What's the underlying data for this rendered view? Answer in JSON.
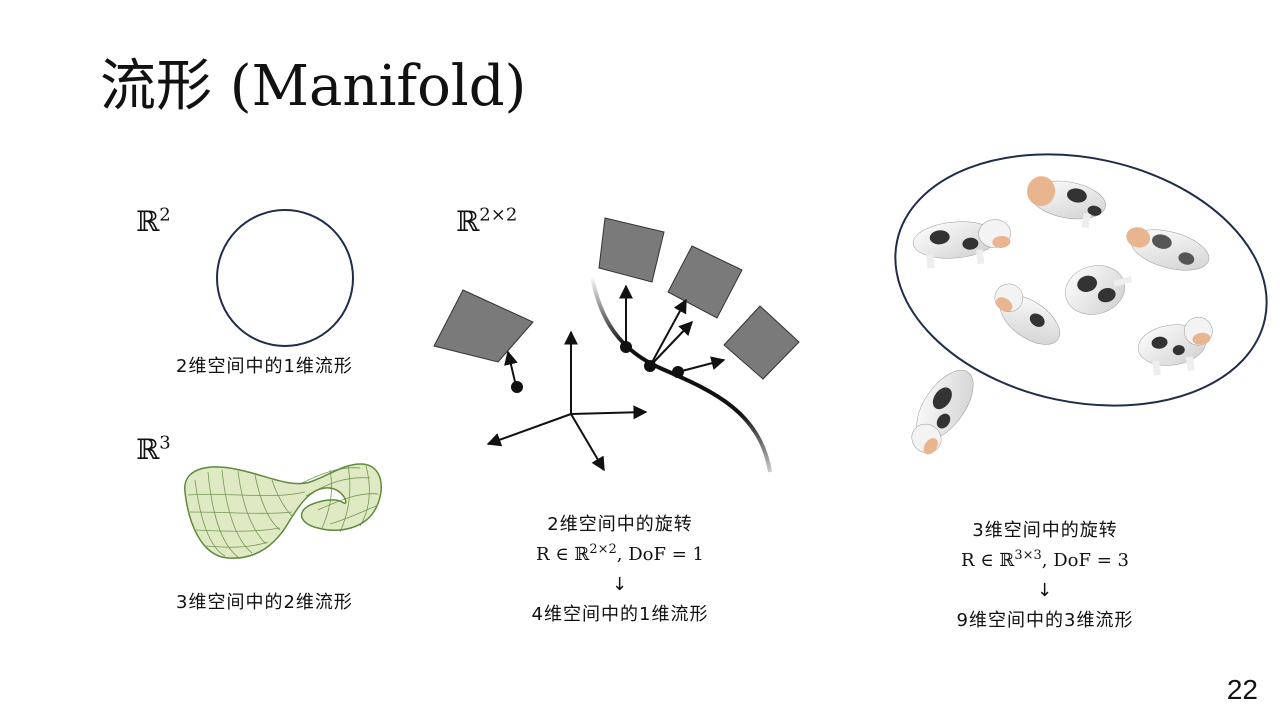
{
  "slide": {
    "title": "流形 (Manifold)",
    "page_number": "22"
  },
  "panels": {
    "circle": {
      "space_label_base": "ℝ",
      "space_label_exp": "2",
      "caption": "2维空间中的1维流形"
    },
    "surface": {
      "space_label_base": "ℝ",
      "space_label_exp": "3",
      "caption": "3维空间中的2维流形"
    },
    "rotation_2d": {
      "space_label_base": "ℝ",
      "space_label_exp": "2×2",
      "caption_line1": "2维空间中的旋转",
      "caption_line2_prefix": "R ∈ ℝ",
      "caption_line2_exp": "2×2",
      "caption_line2_suffix": ", DoF = 1",
      "arrow": "↓",
      "caption_line4": "4维空间中的1维流形"
    },
    "rotation_3d": {
      "caption_line1": "3维空间中的旋转",
      "caption_line2_prefix": "R ∈ ℝ",
      "caption_line2_exp": "3×3",
      "caption_line2_suffix": ", DoF = 3",
      "arrow": "↓",
      "caption_line4": "9维空间中的3维流形"
    }
  },
  "colors": {
    "circle_stroke": "#1f2d4a",
    "square_fill": "#7a7a7a",
    "surface_fill": "#dfeac4",
    "surface_grid": "#5f8a3c",
    "ellipse_stroke": "#1f2d4a"
  }
}
